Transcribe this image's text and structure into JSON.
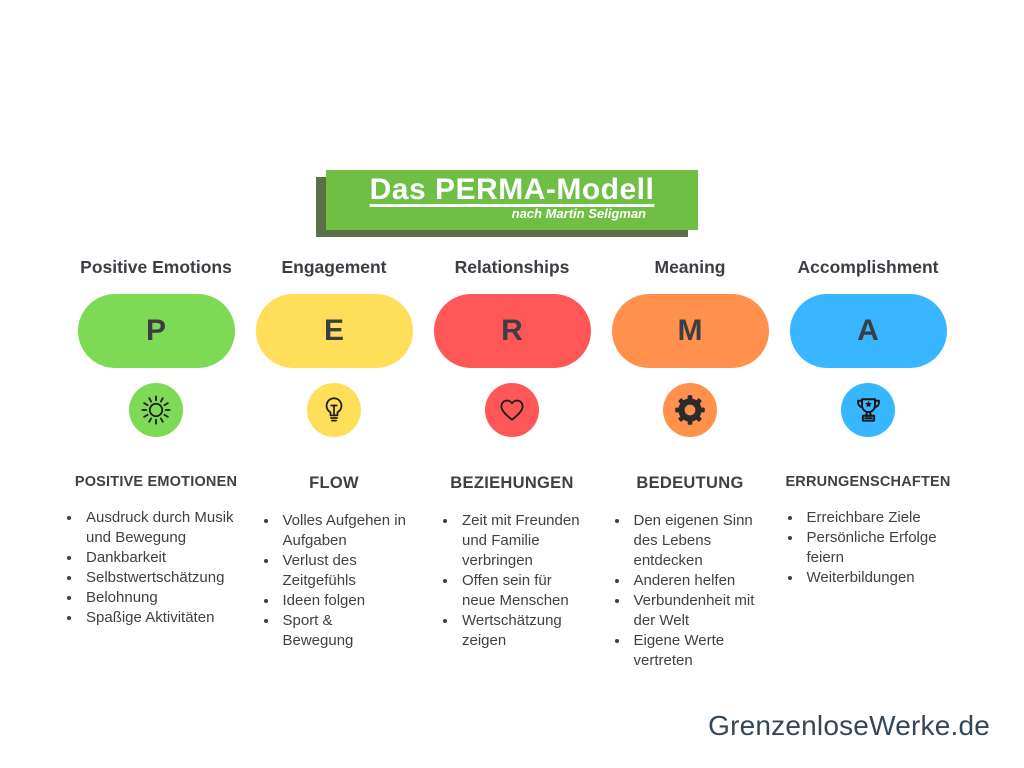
{
  "title": {
    "text": "Das PERMA-Modell",
    "subtitle": "nach Martin Seligman",
    "banner_color": "#6fbf44",
    "shadow_color": "#5a7148"
  },
  "columns": [
    {
      "header": "Positive Emotions",
      "letter": "P",
      "color": "#7ed957",
      "icon": "sun-icon",
      "section_title": "POSITIVE EMOTIONEN",
      "bullets": [
        "Ausdruck durch Musik und Bewegung",
        "Dankbarkeit",
        "Selbstwertschätzung",
        "Belohnung",
        "Spaßige Aktivitäten"
      ]
    },
    {
      "header": "Engagement",
      "letter": "E",
      "color": "#ffde59",
      "icon": "lightbulb-icon",
      "section_title": "FLOW",
      "bullets": [
        "Volles Aufgehen in Aufgaben",
        "Verlust des Zeitgefühls",
        "Ideen folgen",
        "Sport & Bewegung"
      ]
    },
    {
      "header": "Relationships",
      "letter": "R",
      "color": "#ff5757",
      "icon": "heart-icon",
      "section_title": "BEZIEHUNGEN",
      "bullets": [
        "Zeit mit Freunden und Familie verbringen",
        "Offen sein für neue Menschen",
        "Wertschätzung zeigen"
      ]
    },
    {
      "header": "Meaning",
      "letter": "M",
      "color": "#ff914d",
      "icon": "gear-icon",
      "section_title": "BEDEUTUNG",
      "bullets": [
        "Den eigenen Sinn des Lebens entdecken",
        "Anderen helfen",
        "Verbundenheit mit der Welt",
        "Eigene Werte vertreten"
      ]
    },
    {
      "header": "Accomplishment",
      "letter": "A",
      "color": "#38b6ff",
      "icon": "trophy-icon",
      "section_title": "ERRUNGENSCHAFTEN",
      "bullets": [
        "Erreichbare Ziele",
        "Persönliche Erfolge feiern",
        "Weiterbildungen"
      ]
    }
  ],
  "footer": {
    "website": "GrenzenloseWerke.de",
    "color": "#33475a"
  }
}
